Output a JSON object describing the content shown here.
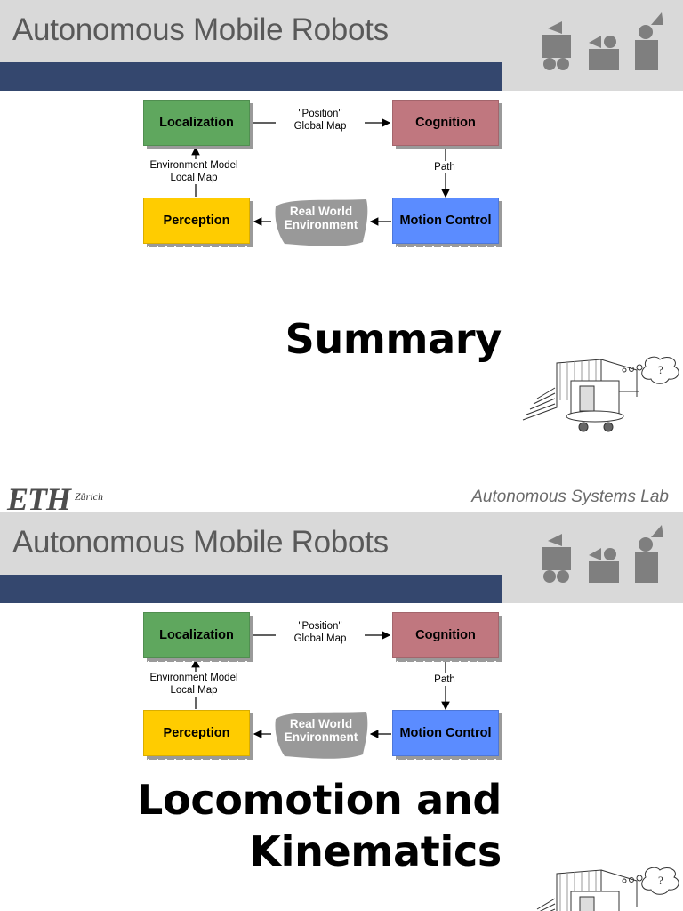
{
  "slides": [
    {
      "header": {
        "title": "Autonomous Mobile Robots"
      },
      "diagram": {
        "boxes": {
          "localization": {
            "label": "Localization",
            "color": "#5fa75e"
          },
          "cognition": {
            "label": "Cognition",
            "color": "#c0777f"
          },
          "perception": {
            "label": "Perception",
            "color": "#ffcc00"
          },
          "motion_control": {
            "label": "Motion Control",
            "color": "#5b8cff"
          }
        },
        "edges": {
          "position_line1": "\"Position\"",
          "position_line2": "Global Map",
          "path": "Path",
          "env_model_line1": "Environment Model",
          "env_model_line2": "Local Map"
        },
        "cloud": {
          "line1": "Real World",
          "line2": "Environment",
          "color": "#999999"
        }
      },
      "main_title_lines": [
        "Summary"
      ],
      "footer": {
        "eth": "ETH",
        "zurich": "Zürich",
        "lab": "Autonomous Systems Lab"
      }
    },
    {
      "header": {
        "title": "Autonomous Mobile Robots"
      },
      "diagram": {
        "boxes": {
          "localization": {
            "label": "Localization",
            "color": "#5fa75e"
          },
          "cognition": {
            "label": "Cognition",
            "color": "#c0777f"
          },
          "perception": {
            "label": "Perception",
            "color": "#ffcc00"
          },
          "motion_control": {
            "label": "Motion Control",
            "color": "#5b8cff"
          }
        },
        "edges": {
          "position_line1": "\"Position\"",
          "position_line2": "Global Map",
          "path": "Path",
          "env_model_line1": "Environment Model",
          "env_model_line2": "Local Map"
        },
        "cloud": {
          "line1": "Real World",
          "line2": "Environment",
          "color": "#999999"
        }
      },
      "main_title_lines": [
        "Locomotion and",
        "Kinematics"
      ]
    }
  ],
  "theme": {
    "header_bg": "#d9d9d9",
    "stripe": "#34476e",
    "title_color": "#595959"
  }
}
